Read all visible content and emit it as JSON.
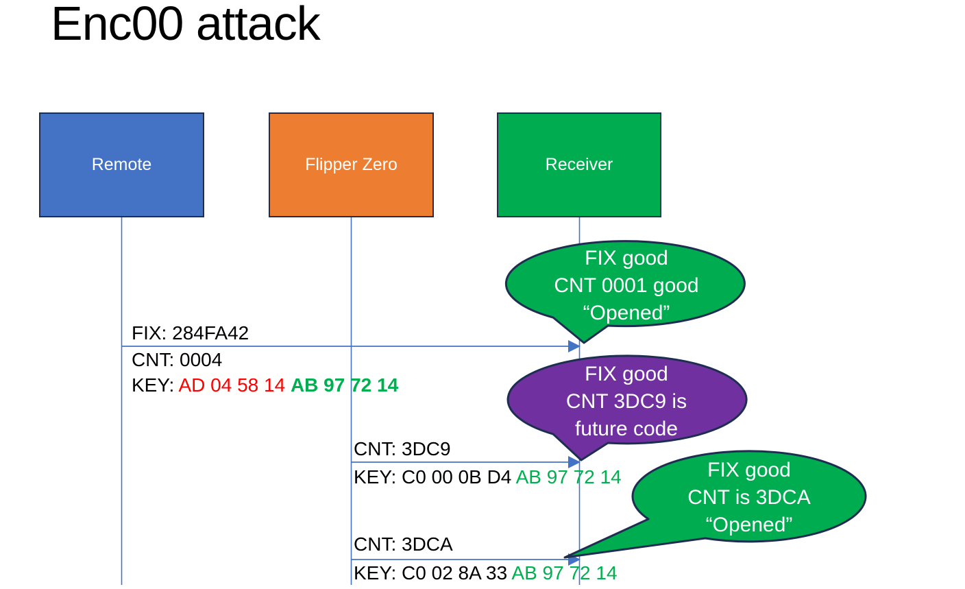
{
  "title": "Enc00 attack",
  "actors": [
    {
      "label": "Remote",
      "fill": "#4472C4"
    },
    {
      "label": "Flipper Zero",
      "fill": "#ED7D31"
    },
    {
      "label": "Receiver",
      "fill": "#00AC50"
    }
  ],
  "messages": [
    {
      "from": "Remote",
      "to": "Receiver",
      "fix": "FIX: 284FA42",
      "cnt": "CNT: 0004",
      "key_label": "KEY: ",
      "key_head": "AD 04 58 14 ",
      "key_tail": "AB 97 72 14",
      "key_head_color": "#FF0000",
      "key_tail_color": "#00B050"
    },
    {
      "from": "Flipper Zero",
      "to": "Receiver",
      "cnt": "CNT: 3DC9",
      "key_label": "KEY: ",
      "key_head": "C0 00 0B D4 ",
      "key_tail": "AB 97 72 14",
      "key_head_color": "#000000",
      "key_tail_color": "#00B050"
    },
    {
      "from": "Flipper Zero",
      "to": "Receiver",
      "cnt": "CNT: 3DCA",
      "key_label": "KEY: ",
      "key_head": "C0 02 8A 33 ",
      "key_tail": "AB 97 72 14",
      "key_head_color": "#000000",
      "key_tail_color": "#00B050"
    }
  ],
  "callouts": [
    {
      "lines": [
        "FIX good",
        "CNT 0001 good",
        "“Opened”"
      ],
      "fill": "#00AC50"
    },
    {
      "lines": [
        "FIX good",
        "CNT 3DC9 is",
        "future code"
      ],
      "fill": "#7030A0"
    },
    {
      "lines": [
        "FIX good",
        "CNT is 3DCA",
        "“Opened”"
      ],
      "fill": "#00AC50"
    }
  ],
  "colors": {
    "box_blue": "#4472C4",
    "box_orange": "#ED7D31",
    "box_green": "#00AC50",
    "bubble_purple": "#7030A0",
    "outline_navy": "#1e2e50",
    "arrow_blue": "#4472C4",
    "key_red": "#FF0000",
    "key_green": "#00B050",
    "text_black": "#000000",
    "text_white": "#ffffff"
  }
}
